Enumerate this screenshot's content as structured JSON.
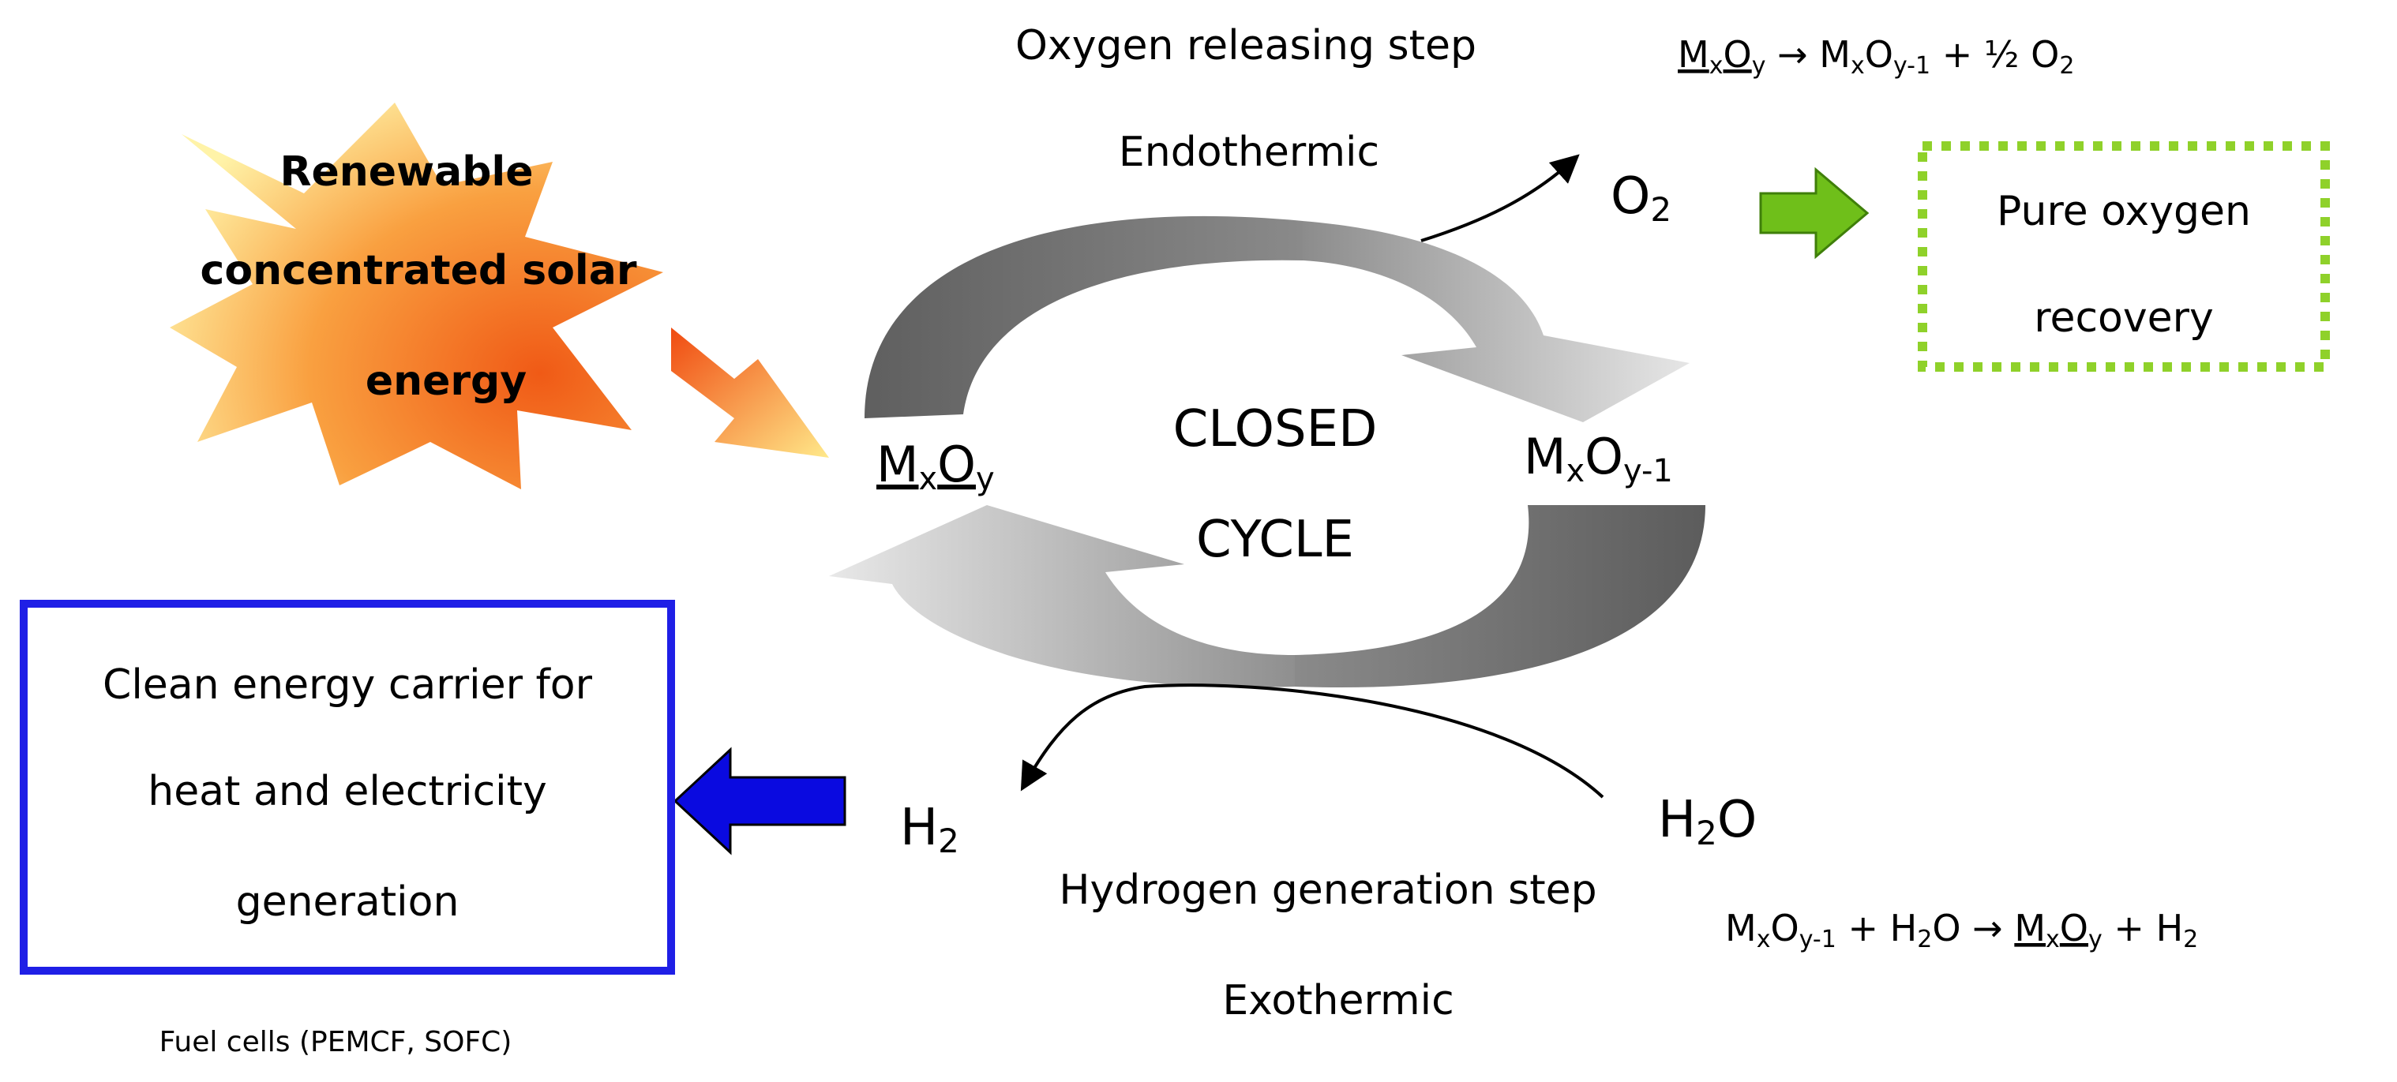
{
  "steps": {
    "oxygen_releasing": "Oxygen releasing step",
    "endothermic": "Endothermic",
    "hydrogen_generation": "Hydrogen generation step",
    "exothermic": "Exothermic"
  },
  "cycle": {
    "line1": "CLOSED",
    "line2": "CYCLE",
    "left_species_main": "M",
    "left_species_sub1": "x",
    "left_species_main2": "O",
    "left_species_sub2": "y",
    "right_species_main": "M",
    "right_species_sub1": "x",
    "right_species_main2": "O",
    "right_species_sub2": "y-1"
  },
  "products": {
    "o2_main": "O",
    "o2_sub": "2",
    "h2_main": "H",
    "h2_sub": "2",
    "h2o_main": "H",
    "h2o_sub": "2",
    "h2o_end": "O"
  },
  "reactions": {
    "top": {
      "r1": "M",
      "r1s": "x",
      "r2": "O",
      "r2s": "y",
      "arrow": " → ",
      "p1": "M",
      "p1s": "x",
      "p2": "O",
      "p2s": "y-1",
      "plus": " + ",
      "half": "½",
      "o": " O",
      "os": "2"
    },
    "bottom": {
      "r1": "M",
      "r1s": "x",
      "r2": "O",
      "r2s": "y-1",
      "plus1": " + H",
      "h2s": "2",
      "o": "O",
      "arrow": " → ",
      "p1": "M",
      "p1s": "x",
      "p2": "O",
      "p2s": "y",
      "plus2": " + H",
      "hs": "2"
    }
  },
  "boxes": {
    "oxygen_recovery_line1": "Pure oxygen",
    "oxygen_recovery_line2": "recovery",
    "clean_energy_line1": "Clean energy carrier for",
    "clean_energy_line2": "heat and electricity",
    "clean_energy_line3": "generation",
    "fuel_cells": "Fuel cells (PEMCF, SOFC)"
  },
  "solar": {
    "line1": "Renewable",
    "line2": "concentrated solar",
    "line3": "energy"
  },
  "colors": {
    "green_box_border": "#8fd12a",
    "green_arrow": "#6fbf1a",
    "blue_box_border": "#1f1fe6",
    "blue_arrow": "#0a0ae0",
    "dark_arc": "#6b6b6b",
    "light_arc": "#c8c8c8",
    "solar_orange": "#f06a1a",
    "solar_yellow": "#ffe98a"
  }
}
